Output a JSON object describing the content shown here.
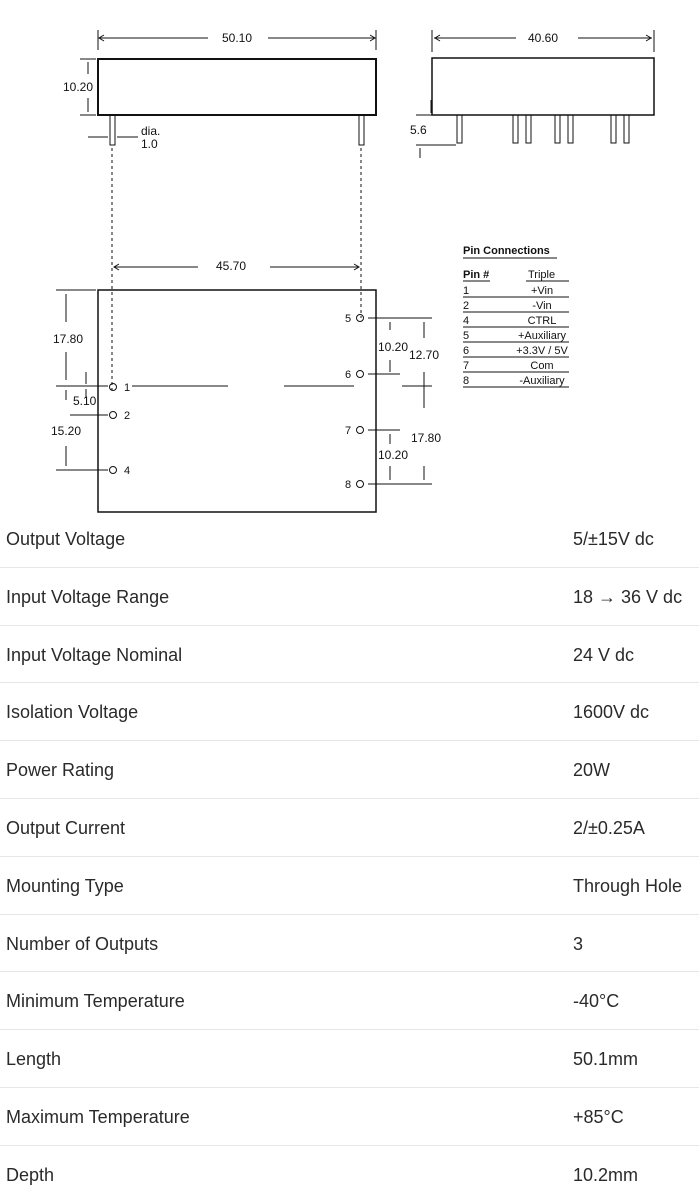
{
  "drawing": {
    "dims": {
      "top_length": "50.10",
      "side_width": "40.60",
      "height": "10.20",
      "pin_length": "5.6",
      "dia_label": "dia.",
      "dia_value": "1.0",
      "pin_span": "45.70",
      "left_17_80": "17.80",
      "left_5_10": "5.10",
      "left_15_20": "15.20",
      "right_10_20_a": "10.20",
      "right_12_70": "12.70",
      "right_10_20_b": "10.20",
      "right_17_80": "17.80"
    },
    "pins": {
      "p1": "1",
      "p2": "2",
      "p4": "4",
      "p5": "5",
      "p6": "6",
      "p7": "7",
      "p8": "8"
    },
    "pin_table": {
      "title": "Pin Connections",
      "header_pin": "Pin #",
      "header_func": "Triple",
      "rows": [
        {
          "pin": "1",
          "func": "+Vin"
        },
        {
          "pin": "2",
          "func": "-Vin"
        },
        {
          "pin": "4",
          "func": "CTRL"
        },
        {
          "pin": "5",
          "func": "+Auxiliary"
        },
        {
          "pin": "6",
          "func": "+3.3V / 5V"
        },
        {
          "pin": "7",
          "func": "Com"
        },
        {
          "pin": "8",
          "func": "-Auxiliary"
        }
      ]
    }
  },
  "specs": [
    {
      "label": "Output Voltage",
      "value": "5/±15V dc"
    },
    {
      "label": "Input Voltage Range",
      "value": "18 → 36 V dc"
    },
    {
      "label": "Input Voltage Nominal",
      "value": "24 V dc"
    },
    {
      "label": "Isolation Voltage",
      "value": "1600V dc"
    },
    {
      "label": "Power Rating",
      "value": "20W"
    },
    {
      "label": "Output Current",
      "value": "2/±0.25A"
    },
    {
      "label": "Mounting Type",
      "value": "Through Hole"
    },
    {
      "label": "Number of Outputs",
      "value": "3"
    },
    {
      "label": "Minimum Temperature",
      "value": "-40°C"
    },
    {
      "label": "Length",
      "value": "50.1mm"
    },
    {
      "label": "Maximum Temperature",
      "value": "+85°C"
    },
    {
      "label": "Depth",
      "value": "10.2mm"
    }
  ]
}
